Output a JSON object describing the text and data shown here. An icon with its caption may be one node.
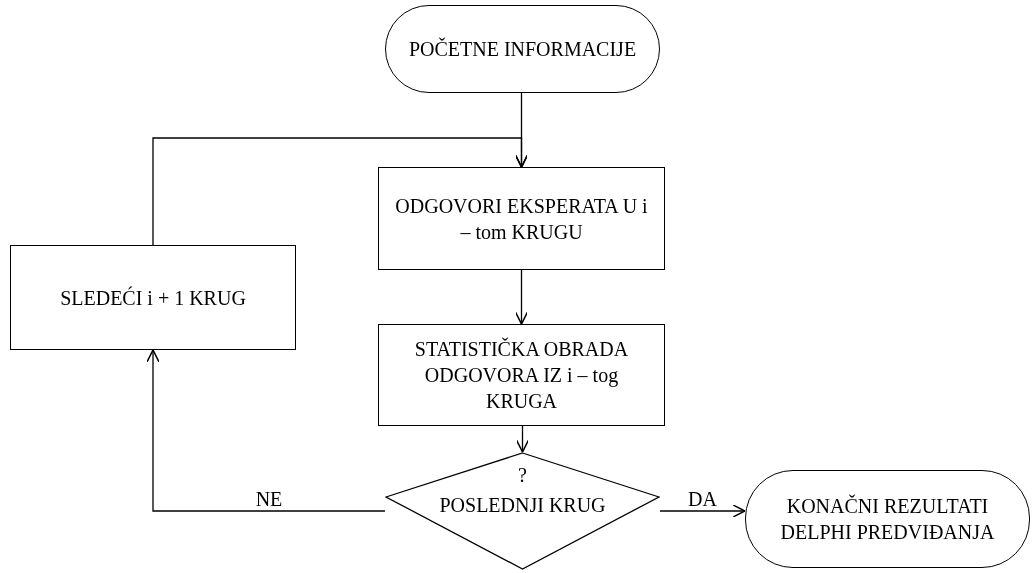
{
  "diagram": {
    "nodes": [
      {
        "text": [
          "POČETNE INFORMACIJE"
        ]
      },
      {
        "text": [
          "ODGOVORI EKSPERATA U i – tom KRUGU"
        ]
      },
      {
        "text": [
          "STATISTIČKA OBRADA ODGOVORA IZ i – tog KRUGA"
        ]
      },
      {
        "text": [
          "?",
          "POSLEDNJI KRUG"
        ]
      },
      {
        "text": [
          "SLEDEĆI i + 1 KRUG"
        ]
      },
      {
        "text": [
          "KONAČNI REZULTATI DELPHI PREDVIĐANJA"
        ]
      }
    ],
    "edges": [
      {
        "from": 0,
        "to": 1,
        "arrow": "to"
      },
      {
        "from": 1,
        "to": 2,
        "arrow": "to"
      },
      {
        "from": 2,
        "to": 3,
        "arrow": "to"
      },
      {
        "from": 3,
        "to": 5,
        "arrow": "to",
        "label": "DA"
      },
      {
        "from": 3,
        "to": 4,
        "arrow": "to",
        "label": "NE"
      },
      {
        "from": 4,
        "to": 1,
        "arrow": "to"
      }
    ]
  }
}
